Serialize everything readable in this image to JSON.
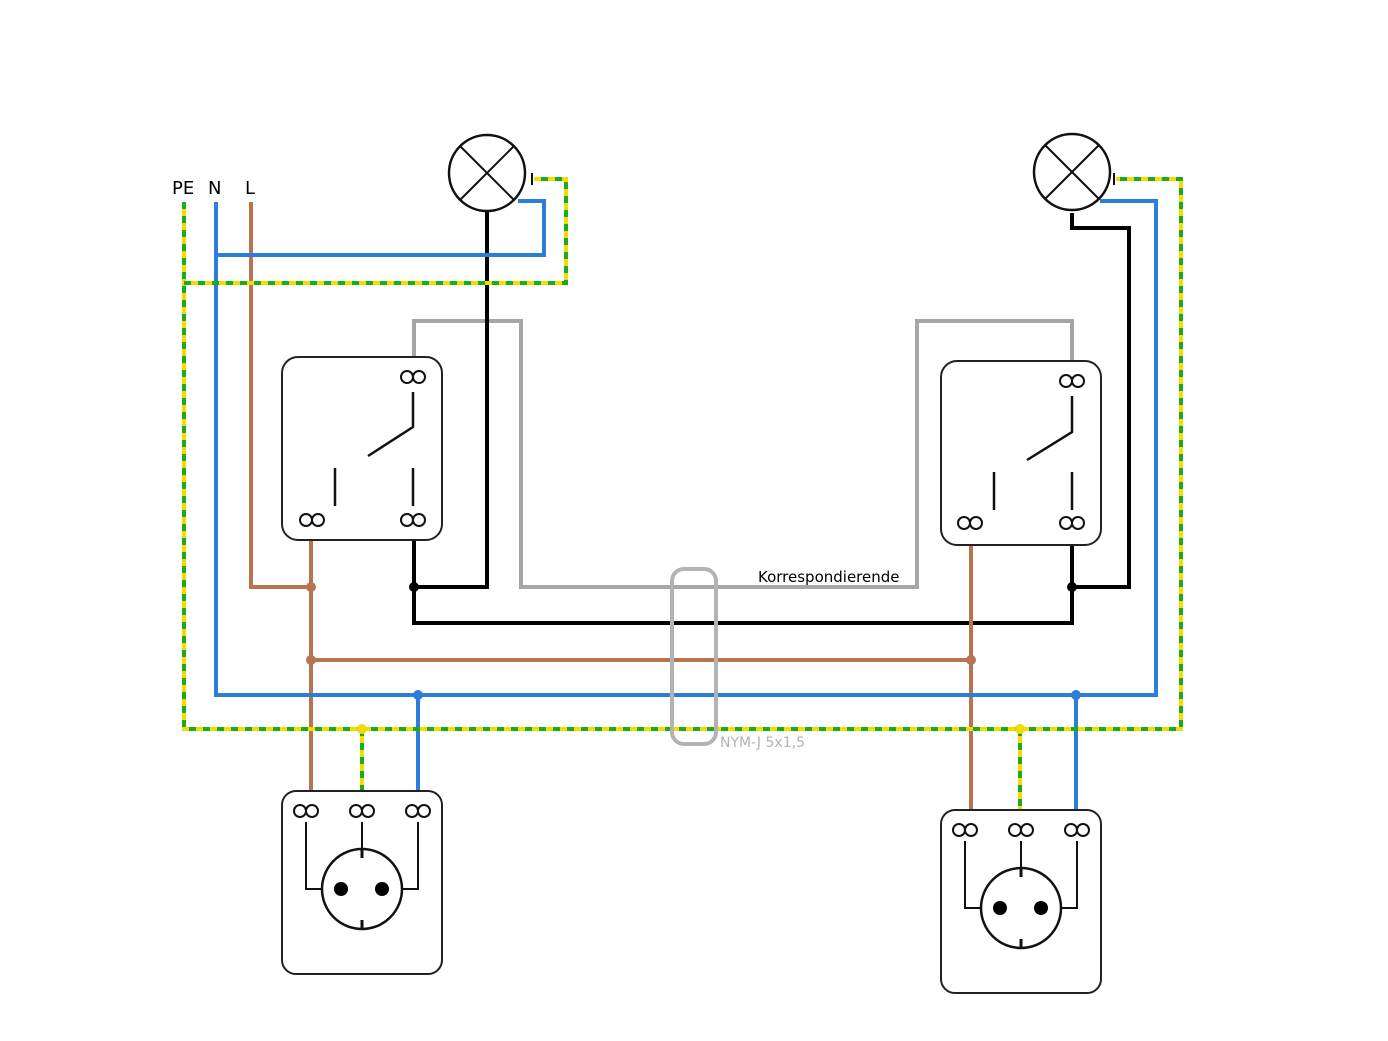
{
  "diagram": {
    "title": "Wechselschaltung mit Steckdosen",
    "colors": {
      "pe_yellow": "#f5dc00",
      "pe_green": "#1eaa1e",
      "neutral": "#2b7fd8",
      "line": "#b87350",
      "switched": "#000000",
      "traveller": "#a6a6a6",
      "cable_outline": "#b3b3b3"
    },
    "supply_labels": {
      "pe": "PE",
      "n": "N",
      "l": "L"
    },
    "wire_labels": {
      "traveller": "Korrespondierende",
      "cable": "NYM-J 5x1,5"
    },
    "components": [
      {
        "id": "lamp-left",
        "type": "lamp"
      },
      {
        "id": "lamp-right",
        "type": "lamp"
      },
      {
        "id": "switch-left",
        "type": "two-way-switch"
      },
      {
        "id": "switch-right",
        "type": "two-way-switch"
      },
      {
        "id": "socket-left",
        "type": "schuko-socket"
      },
      {
        "id": "socket-right",
        "type": "schuko-socket"
      }
    ]
  }
}
